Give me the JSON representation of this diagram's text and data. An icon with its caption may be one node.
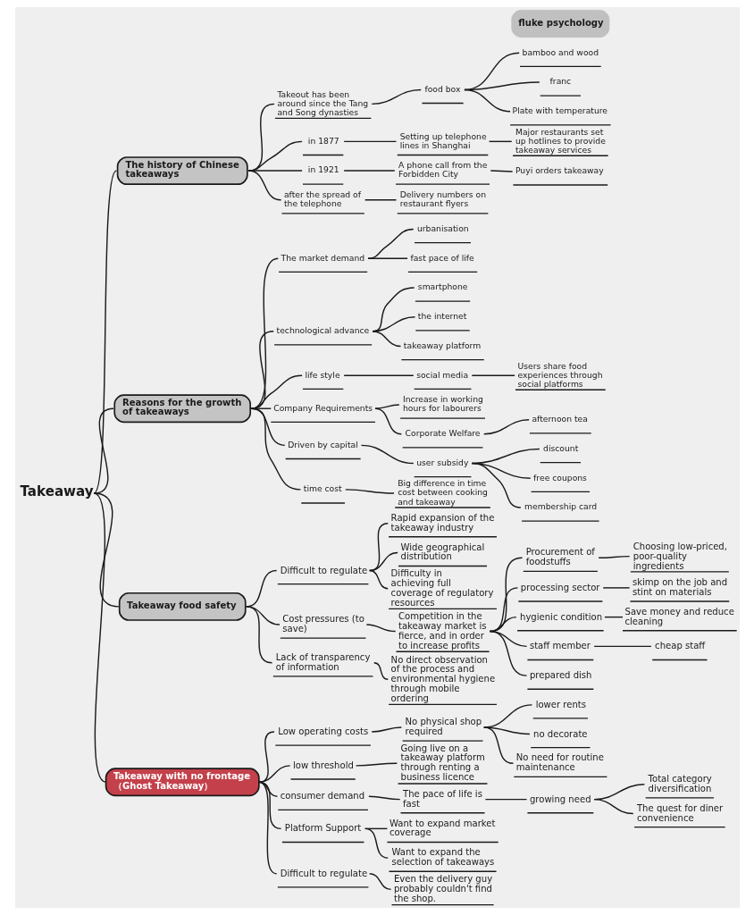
{
  "diagram": {
    "nodes": [
      {
        "text": [
          "Takeaway"
        ]
      },
      {
        "text": [
          "The history of Chinese takeaways"
        ]
      },
      {
        "text": [
          "Takeout has been around since the Tang and Song dynasties"
        ]
      },
      {
        "text": [
          "food box"
        ]
      },
      {
        "text": [
          "bamboo and wood"
        ]
      },
      {
        "text": [
          "franc"
        ]
      },
      {
        "text": [
          "Plate with temperature"
        ]
      },
      {
        "text": [
          "in 1877"
        ]
      },
      {
        "text": [
          "Setting up telephone lines in Shanghai"
        ]
      },
      {
        "text": [
          "Major restaurants set up hotlines to provide takeaway services"
        ]
      },
      {
        "text": [
          "in 1921"
        ]
      },
      {
        "text": [
          "A phone call from the Forbidden City"
        ]
      },
      {
        "text": [
          "Puyi orders takeaway"
        ]
      },
      {
        "text": [
          "after the spread of the telephone"
        ]
      },
      {
        "text": [
          "Delivery numbers on restaurant flyers"
        ]
      },
      {
        "text": [
          "Reasons for the growth of takeaways"
        ]
      },
      {
        "text": [
          "The market demand"
        ]
      },
      {
        "text": [
          "urbanisation"
        ]
      },
      {
        "text": [
          "fast pace of life"
        ]
      },
      {
        "text": [
          "technological advance"
        ]
      },
      {
        "text": [
          "smartphone"
        ]
      },
      {
        "text": [
          "the internet"
        ]
      },
      {
        "text": [
          "takeaway platform"
        ]
      },
      {
        "text": [
          "life style"
        ]
      },
      {
        "text": [
          "social media"
        ]
      },
      {
        "text": [
          "Users share food experiences through social platforms"
        ]
      },
      {
        "text": [
          "Company Requirements"
        ]
      },
      {
        "text": [
          "Increase in working hours for labourers"
        ]
      },
      {
        "text": [
          "Corporate Welfare"
        ]
      },
      {
        "text": [
          "afternoon tea"
        ]
      },
      {
        "text": [
          "Driven by capital"
        ]
      },
      {
        "text": [
          "user subsidy"
        ]
      },
      {
        "text": [
          "discount"
        ]
      },
      {
        "text": [
          "free coupons"
        ]
      },
      {
        "text": [
          "membership card"
        ]
      },
      {
        "text": [
          "time cost"
        ]
      },
      {
        "text": [
          "Big difference in time cost between cooking and takeaway"
        ]
      },
      {
        "text": [
          "Takeaway food safety"
        ]
      },
      {
        "text": [
          "Difficult to regulate"
        ]
      },
      {
        "text": [
          "Rapid expansion of the takeaway industry"
        ]
      },
      {
        "text": [
          "Wide geographical distribution"
        ]
      },
      {
        "text": [
          "Difficulty in achieving full coverage of regulatory resources"
        ]
      },
      {
        "text": [
          "Cost pressures (to save)"
        ]
      },
      {
        "text": [
          "Competition in the takeaway market is fierce, and in order to increase profits"
        ]
      },
      {
        "text": [
          "Procurement of foodstuffs"
        ]
      },
      {
        "text": [
          "Choosing low-priced, poor-quality ingredients"
        ]
      },
      {
        "text": [
          "processing sector"
        ]
      },
      {
        "text": [
          "skimp on the job and stint on materials"
        ]
      },
      {
        "text": [
          "hygienic condition"
        ]
      },
      {
        "text": [
          "Save money and reduce cleaning"
        ]
      },
      {
        "text": [
          "staff member"
        ]
      },
      {
        "text": [
          "cheap staff"
        ]
      },
      {
        "text": [
          "prepared dish"
        ]
      },
      {
        "text": [
          "Lack of transparency of information"
        ]
      },
      {
        "text": [
          "No direct observation of the process and environmental hygiene through mobile ordering"
        ]
      },
      {
        "text": [
          "Takeaway with no frontage （Ghost Takeaway）"
        ]
      },
      {
        "text": [
          "Low operating costs"
        ]
      },
      {
        "text": [
          "No physical shop required"
        ]
      },
      {
        "text": [
          "lower rents"
        ]
      },
      {
        "text": [
          "no decorate"
        ]
      },
      {
        "text": [
          "No need for routine maintenance"
        ]
      },
      {
        "text": [
          "low threshold"
        ]
      },
      {
        "text": [
          "Going live on a takeaway platform through renting a business licence"
        ]
      },
      {
        "text": [
          "consumer demand"
        ]
      },
      {
        "text": [
          "The pace of life is fast"
        ]
      },
      {
        "text": [
          "growing need"
        ]
      },
      {
        "text": [
          "Total category diversification"
        ]
      },
      {
        "text": [
          "The quest for diner convenience"
        ]
      },
      {
        "text": [
          "Platform Support"
        ]
      },
      {
        "text": [
          "Want to expand market coverage"
        ]
      },
      {
        "text": [
          "Want to expand the selection of takeaways"
        ]
      },
      {
        "text": [
          "Difficult to regulate"
        ]
      },
      {
        "text": [
          "Even the delivery guy probably couldn't find the shop."
        ]
      },
      {
        "text": [
          "fluke psychology"
        ]
      }
    ],
    "edges": [
      {
        "from": 0,
        "to": 1,
        "arrow": "none"
      },
      {
        "from": 1,
        "to": 2,
        "arrow": "none"
      },
      {
        "from": 2,
        "to": 3,
        "arrow": "none"
      },
      {
        "from": 3,
        "to": 4,
        "arrow": "none"
      },
      {
        "from": 3,
        "to": 5,
        "arrow": "none"
      },
      {
        "from": 3,
        "to": 6,
        "arrow": "none"
      },
      {
        "from": 1,
        "to": 7,
        "arrow": "none"
      },
      {
        "from": 7,
        "to": 8,
        "arrow": "none"
      },
      {
        "from": 8,
        "to": 9,
        "arrow": "none"
      },
      {
        "from": 1,
        "to": 10,
        "arrow": "none"
      },
      {
        "from": 10,
        "to": 11,
        "arrow": "none"
      },
      {
        "from": 11,
        "to": 12,
        "arrow": "none"
      },
      {
        "from": 1,
        "to": 13,
        "arrow": "none"
      },
      {
        "from": 13,
        "to": 14,
        "arrow": "none"
      },
      {
        "from": 0,
        "to": 15,
        "arrow": "none"
      },
      {
        "from": 15,
        "to": 16,
        "arrow": "none"
      },
      {
        "from": 16,
        "to": 17,
        "arrow": "none"
      },
      {
        "from": 16,
        "to": 18,
        "arrow": "none"
      },
      {
        "from": 15,
        "to": 19,
        "arrow": "none"
      },
      {
        "from": 19,
        "to": 20,
        "arrow": "none"
      },
      {
        "from": 19,
        "to": 21,
        "arrow": "none"
      },
      {
        "from": 19,
        "to": 22,
        "arrow": "none"
      },
      {
        "from": 15,
        "to": 23,
        "arrow": "none"
      },
      {
        "from": 23,
        "to": 24,
        "arrow": "none"
      },
      {
        "from": 24,
        "to": 25,
        "arrow": "none"
      },
      {
        "from": 15,
        "to": 26,
        "arrow": "none"
      },
      {
        "from": 26,
        "to": 27,
        "arrow": "none"
      },
      {
        "from": 26,
        "to": 28,
        "arrow": "none"
      },
      {
        "from": 28,
        "to": 29,
        "arrow": "none"
      },
      {
        "from": 15,
        "to": 30,
        "arrow": "none"
      },
      {
        "from": 30,
        "to": 31,
        "arrow": "none"
      },
      {
        "from": 31,
        "to": 32,
        "arrow": "none"
      },
      {
        "from": 31,
        "to": 33,
        "arrow": "none"
      },
      {
        "from": 31,
        "to": 34,
        "arrow": "none"
      },
      {
        "from": 15,
        "to": 35,
        "arrow": "none"
      },
      {
        "from": 35,
        "to": 36,
        "arrow": "none"
      },
      {
        "from": 0,
        "to": 37,
        "arrow": "none"
      },
      {
        "from": 37,
        "to": 38,
        "arrow": "none"
      },
      {
        "from": 38,
        "to": 39,
        "arrow": "none"
      },
      {
        "from": 38,
        "to": 40,
        "arrow": "none"
      },
      {
        "from": 38,
        "to": 41,
        "arrow": "none"
      },
      {
        "from": 37,
        "to": 42,
        "arrow": "none"
      },
      {
        "from": 42,
        "to": 43,
        "arrow": "none"
      },
      {
        "from": 43,
        "to": 44,
        "arrow": "none"
      },
      {
        "from": 44,
        "to": 45,
        "arrow": "none"
      },
      {
        "from": 43,
        "to": 46,
        "arrow": "none"
      },
      {
        "from": 46,
        "to": 47,
        "arrow": "none"
      },
      {
        "from": 43,
        "to": 48,
        "arrow": "none"
      },
      {
        "from": 48,
        "to": 49,
        "arrow": "none"
      },
      {
        "from": 43,
        "to": 50,
        "arrow": "none"
      },
      {
        "from": 50,
        "to": 51,
        "arrow": "none"
      },
      {
        "from": 43,
        "to": 52,
        "arrow": "none"
      },
      {
        "from": 37,
        "to": 53,
        "arrow": "none"
      },
      {
        "from": 53,
        "to": 54,
        "arrow": "none"
      },
      {
        "from": 0,
        "to": 55,
        "arrow": "none"
      },
      {
        "from": 55,
        "to": 56,
        "arrow": "none"
      },
      {
        "from": 56,
        "to": 57,
        "arrow": "none"
      },
      {
        "from": 57,
        "to": 58,
        "arrow": "none"
      },
      {
        "from": 57,
        "to": 59,
        "arrow": "none"
      },
      {
        "from": 57,
        "to": 60,
        "arrow": "none"
      },
      {
        "from": 55,
        "to": 61,
        "arrow": "none"
      },
      {
        "from": 61,
        "to": 62,
        "arrow": "none"
      },
      {
        "from": 55,
        "to": 63,
        "arrow": "none"
      },
      {
        "from": 63,
        "to": 64,
        "arrow": "none"
      },
      {
        "from": 64,
        "to": 65,
        "arrow": "none"
      },
      {
        "from": 65,
        "to": 66,
        "arrow": "none"
      },
      {
        "from": 65,
        "to": 67,
        "arrow": "none"
      },
      {
        "from": 55,
        "to": 68,
        "arrow": "none"
      },
      {
        "from": 68,
        "to": 69,
        "arrow": "none"
      },
      {
        "from": 68,
        "to": 70,
        "arrow": "none"
      },
      {
        "from": 55,
        "to": 71,
        "arrow": "none"
      },
      {
        "from": 71,
        "to": 72,
        "arrow": "none"
      }
    ]
  }
}
